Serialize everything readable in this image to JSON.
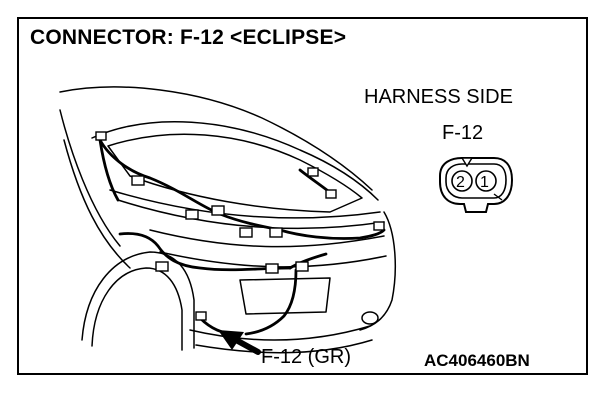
{
  "title": "CONNECTOR: F-12 <ECLIPSE>",
  "harness_side_label": "HARNESS SIDE",
  "connector_label": "F-12",
  "pins": [
    "2",
    "1"
  ],
  "callout_label": "F-12 (GR)",
  "figure_code": "AC406460BN",
  "colors": {
    "line": "#000000",
    "background": "#ffffff"
  }
}
